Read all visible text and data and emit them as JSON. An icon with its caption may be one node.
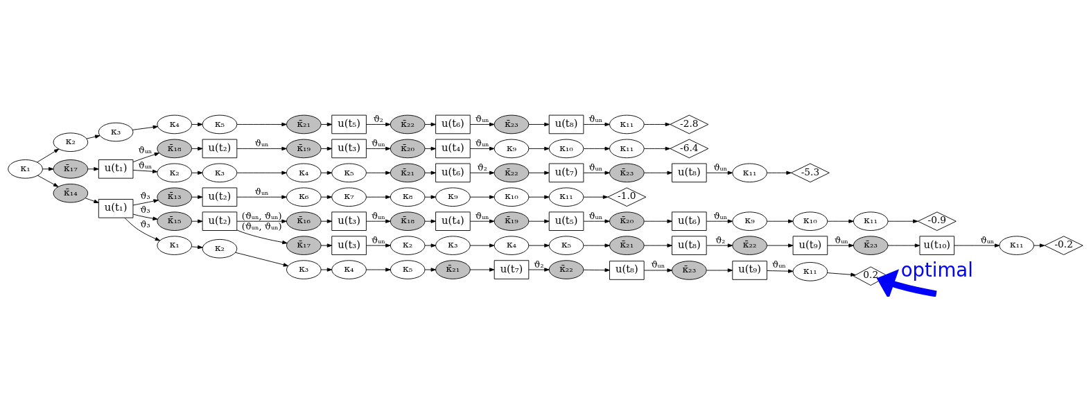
{
  "diagram": {
    "nodes": [
      {
        "text": [
          "κ₁"
        ]
      },
      {
        "text": [
          "κ₂"
        ]
      },
      {
        "text": [
          "κ₃"
        ]
      },
      {
        "text": [
          "κ₄"
        ]
      },
      {
        "text": [
          "κ₅"
        ]
      },
      {
        "text": [
          "κ̄₂₁"
        ]
      },
      {
        "text": [
          "u(t₅)"
        ]
      },
      {
        "text": [
          "κ̄₂₂"
        ]
      },
      {
        "text": [
          "u(t₆)"
        ]
      },
      {
        "text": [
          "κ̄₂₃"
        ]
      },
      {
        "text": [
          "u(t₈)"
        ]
      },
      {
        "text": [
          "κ₁₁"
        ]
      },
      {
        "text": [
          "-2.8"
        ]
      },
      {
        "text": [
          "κ̄₁₈"
        ]
      },
      {
        "text": [
          "u(t₂)"
        ]
      },
      {
        "text": [
          "κ̄₁₉"
        ]
      },
      {
        "text": [
          "u(t₃)"
        ]
      },
      {
        "text": [
          "κ̄₂₀"
        ]
      },
      {
        "text": [
          "u(t₄)"
        ]
      },
      {
        "text": [
          "κ₉"
        ]
      },
      {
        "text": [
          "κ₁₀"
        ]
      },
      {
        "text": [
          "κ₁₁"
        ]
      },
      {
        "text": [
          "-6.4"
        ]
      },
      {
        "text": [
          "κ̄₁₇"
        ]
      },
      {
        "text": [
          "u(t₁)"
        ]
      },
      {
        "text": [
          "κ₂"
        ]
      },
      {
        "text": [
          "κ₃"
        ]
      },
      {
        "text": [
          "κ₄"
        ]
      },
      {
        "text": [
          "κ₅"
        ]
      },
      {
        "text": [
          "κ̄₂₁"
        ]
      },
      {
        "text": [
          "u(t₆)"
        ]
      },
      {
        "text": [
          "κ̄₂₂"
        ]
      },
      {
        "text": [
          "u(t₇)"
        ]
      },
      {
        "text": [
          "κ̄₂₃"
        ]
      },
      {
        "text": [
          "u(t₈)"
        ]
      },
      {
        "text": [
          "κ₁₁"
        ]
      },
      {
        "text": [
          "-5.3"
        ]
      },
      {
        "text": [
          "κ̄₁₄"
        ]
      },
      {
        "text": [
          "u(t₁)"
        ]
      },
      {
        "text": [
          "κ̄₁₃"
        ]
      },
      {
        "text": [
          "u(t₂)"
        ]
      },
      {
        "text": [
          "κ₆"
        ]
      },
      {
        "text": [
          "κ₇"
        ]
      },
      {
        "text": [
          "κ₈"
        ]
      },
      {
        "text": [
          "κ₉"
        ]
      },
      {
        "text": [
          "κ₁₀"
        ]
      },
      {
        "text": [
          "κ₁₁"
        ]
      },
      {
        "text": [
          "-1.0"
        ]
      },
      {
        "text": [
          "κ̄₁₅"
        ]
      },
      {
        "text": [
          "κ₁"
        ]
      },
      {
        "text": [
          "κ₂"
        ]
      },
      {
        "text": [
          "κ₃"
        ]
      },
      {
        "text": [
          "κ₄"
        ]
      },
      {
        "text": [
          "κ₅"
        ]
      },
      {
        "text": [
          "κ̄₂₁"
        ]
      },
      {
        "text": [
          "u(t₇)"
        ]
      },
      {
        "text": [
          "κ̄₂₂"
        ]
      },
      {
        "text": [
          "u(t₈)"
        ]
      },
      {
        "text": [
          "κ̄₂₃"
        ]
      },
      {
        "text": [
          "u(t₉)"
        ]
      },
      {
        "text": [
          "κ₁₁"
        ]
      },
      {
        "text": [
          "0.2"
        ]
      },
      {
        "text": [
          "u(t₂)"
        ]
      },
      {
        "text": [
          "κ̄₁₆"
        ]
      },
      {
        "text": [
          "u(t₃)"
        ]
      },
      {
        "text": [
          "κ̄₁₈"
        ]
      },
      {
        "text": [
          "u(t₄)"
        ]
      },
      {
        "text": [
          "κ̄₁₉"
        ]
      },
      {
        "text": [
          "u(t₅)"
        ]
      },
      {
        "text": [
          "κ̄₂₀"
        ]
      },
      {
        "text": [
          "u(t₆)"
        ]
      },
      {
        "text": [
          "κ₉"
        ]
      },
      {
        "text": [
          "κ₁₀"
        ]
      },
      {
        "text": [
          "κ₁₁"
        ]
      },
      {
        "text": [
          "-0.9"
        ]
      },
      {
        "text": [
          "κ̄₁₇"
        ]
      },
      {
        "text": [
          "u(t₃)"
        ]
      },
      {
        "text": [
          "κ₂"
        ]
      },
      {
        "text": [
          "κ₃"
        ]
      },
      {
        "text": [
          "κ₄"
        ]
      },
      {
        "text": [
          "κ₅"
        ]
      },
      {
        "text": [
          "κ̄₂₁"
        ]
      },
      {
        "text": [
          "u(t₈)"
        ]
      },
      {
        "text": [
          "κ̄₂₂"
        ]
      },
      {
        "text": [
          "u(t₉)"
        ]
      },
      {
        "text": [
          "κ̄₂₃"
        ]
      },
      {
        "text": [
          "u(t₁₀)"
        ]
      },
      {
        "text": [
          "κ₁₁"
        ]
      },
      {
        "text": [
          "-0.2"
        ]
      }
    ],
    "edges": [
      {
        "from": 0,
        "to": 1,
        "arrow": "to"
      },
      {
        "from": 1,
        "to": 2,
        "arrow": "to"
      },
      {
        "from": 2,
        "to": 3,
        "arrow": "to"
      },
      {
        "from": 3,
        "to": 4,
        "arrow": "to"
      },
      {
        "from": 4,
        "to": 5,
        "arrow": "to"
      },
      {
        "from": 5,
        "to": 6,
        "arrow": "to"
      },
      {
        "from": 6,
        "to": 7,
        "arrow": "to",
        "label": "ϑ₂"
      },
      {
        "from": 7,
        "to": 8,
        "arrow": "to"
      },
      {
        "from": 8,
        "to": 9,
        "arrow": "to",
        "label": "ϑᵤₙ"
      },
      {
        "from": 9,
        "to": 10,
        "arrow": "to"
      },
      {
        "from": 10,
        "to": 11,
        "arrow": "to",
        "label": "ϑᵤₙ"
      },
      {
        "from": 11,
        "to": 12,
        "arrow": "to"
      },
      {
        "from": 0,
        "to": 23,
        "arrow": "to"
      },
      {
        "from": 23,
        "to": 24,
        "arrow": "to"
      },
      {
        "from": 24,
        "to": 13,
        "arrow": "to",
        "label": "ϑᵤₙ"
      },
      {
        "from": 13,
        "to": 14,
        "arrow": "to"
      },
      {
        "from": 14,
        "to": 15,
        "arrow": "to",
        "label": "ϑᵤₙ"
      },
      {
        "from": 15,
        "to": 16,
        "arrow": "to"
      },
      {
        "from": 16,
        "to": 17,
        "arrow": "to",
        "label": "ϑᵤₙ"
      },
      {
        "from": 17,
        "to": 18,
        "arrow": "to"
      },
      {
        "from": 18,
        "to": 19,
        "arrow": "to",
        "label": "ϑᵤₙ"
      },
      {
        "from": 19,
        "to": 20,
        "arrow": "to"
      },
      {
        "from": 20,
        "to": 21,
        "arrow": "to"
      },
      {
        "from": 21,
        "to": 22,
        "arrow": "to"
      },
      {
        "from": 24,
        "to": 25,
        "arrow": "to",
        "label": "ϑᵤₙ"
      },
      {
        "from": 25,
        "to": 26,
        "arrow": "to"
      },
      {
        "from": 26,
        "to": 27,
        "arrow": "to"
      },
      {
        "from": 27,
        "to": 28,
        "arrow": "to"
      },
      {
        "from": 28,
        "to": 29,
        "arrow": "to"
      },
      {
        "from": 29,
        "to": 30,
        "arrow": "to"
      },
      {
        "from": 30,
        "to": 31,
        "arrow": "to",
        "label": "ϑ₂"
      },
      {
        "from": 31,
        "to": 32,
        "arrow": "to"
      },
      {
        "from": 32,
        "to": 33,
        "arrow": "to",
        "label": "ϑᵤₙ"
      },
      {
        "from": 33,
        "to": 34,
        "arrow": "to"
      },
      {
        "from": 34,
        "to": 35,
        "arrow": "to",
        "label": "ϑᵤₙ"
      },
      {
        "from": 35,
        "to": 36,
        "arrow": "to"
      },
      {
        "from": 0,
        "to": 37,
        "arrow": "to"
      },
      {
        "from": 37,
        "to": 38,
        "arrow": "to"
      },
      {
        "from": 38,
        "to": 39,
        "arrow": "to",
        "label": "ϑ₃"
      },
      {
        "from": 39,
        "to": 40,
        "arrow": "to"
      },
      {
        "from": 40,
        "to": 41,
        "arrow": "to",
        "label": "ϑᵤₙ"
      },
      {
        "from": 41,
        "to": 42,
        "arrow": "to"
      },
      {
        "from": 42,
        "to": 43,
        "arrow": "to"
      },
      {
        "from": 43,
        "to": 44,
        "arrow": "to"
      },
      {
        "from": 44,
        "to": 45,
        "arrow": "to"
      },
      {
        "from": 45,
        "to": 46,
        "arrow": "to"
      },
      {
        "from": 46,
        "to": 47,
        "arrow": "to"
      },
      {
        "from": 38,
        "to": 48,
        "arrow": "to",
        "label": "ϑ₃"
      },
      {
        "from": 38,
        "to": 49,
        "arrow": "to",
        "label": "ϑ₃"
      },
      {
        "from": 49,
        "to": 50,
        "arrow": "to"
      },
      {
        "from": 50,
        "to": 51,
        "arrow": "to"
      },
      {
        "from": 51,
        "to": 52,
        "arrow": "to"
      },
      {
        "from": 52,
        "to": 53,
        "arrow": "to"
      },
      {
        "from": 53,
        "to": 54,
        "arrow": "to"
      },
      {
        "from": 54,
        "to": 55,
        "arrow": "to"
      },
      {
        "from": 55,
        "to": 56,
        "arrow": "to",
        "label": "ϑ₂"
      },
      {
        "from": 56,
        "to": 57,
        "arrow": "to"
      },
      {
        "from": 57,
        "to": 58,
        "arrow": "to",
        "label": "ϑᵤₙ"
      },
      {
        "from": 58,
        "to": 59,
        "arrow": "to"
      },
      {
        "from": 59,
        "to": 60,
        "arrow": "to",
        "label": "ϑᵤₙ"
      },
      {
        "from": 60,
        "to": 61,
        "arrow": "to"
      },
      {
        "from": 48,
        "to": 62,
        "arrow": "to"
      },
      {
        "from": 62,
        "to": 63,
        "arrow": "to",
        "label": "(ϑᵤₙ, ϑᵤₙ)"
      },
      {
        "from": 63,
        "to": 64,
        "arrow": "to"
      },
      {
        "from": 64,
        "to": 65,
        "arrow": "to",
        "label": "ϑᵤₙ"
      },
      {
        "from": 65,
        "to": 66,
        "arrow": "to"
      },
      {
        "from": 66,
        "to": 67,
        "arrow": "to",
        "label": "ϑᵤₙ"
      },
      {
        "from": 67,
        "to": 68,
        "arrow": "to"
      },
      {
        "from": 68,
        "to": 69,
        "arrow": "to",
        "label": "ϑᵤₙ"
      },
      {
        "from": 69,
        "to": 70,
        "arrow": "to"
      },
      {
        "from": 70,
        "to": 71,
        "arrow": "to",
        "label": "ϑᵤₙ"
      },
      {
        "from": 71,
        "to": 72,
        "arrow": "to"
      },
      {
        "from": 72,
        "to": 73,
        "arrow": "to"
      },
      {
        "from": 73,
        "to": 74,
        "arrow": "to"
      },
      {
        "from": 62,
        "to": 75,
        "arrow": "to",
        "label": "(ϑᵤₙ, ϑᵤₙ)"
      },
      {
        "from": 75,
        "to": 76,
        "arrow": "to"
      },
      {
        "from": 76,
        "to": 77,
        "arrow": "to",
        "label": "ϑᵤₙ"
      },
      {
        "from": 77,
        "to": 78,
        "arrow": "to"
      },
      {
        "from": 78,
        "to": 79,
        "arrow": "to"
      },
      {
        "from": 79,
        "to": 80,
        "arrow": "to"
      },
      {
        "from": 80,
        "to": 81,
        "arrow": "to"
      },
      {
        "from": 81,
        "to": 82,
        "arrow": "to"
      },
      {
        "from": 82,
        "to": 83,
        "arrow": "to",
        "label": "ϑ₂"
      },
      {
        "from": 83,
        "to": 84,
        "arrow": "to"
      },
      {
        "from": 84,
        "to": 85,
        "arrow": "to",
        "label": "ϑᵤₙ"
      },
      {
        "from": 85,
        "to": 86,
        "arrow": "to"
      },
      {
        "from": 86,
        "to": 87,
        "arrow": "to",
        "label": "ϑᵤₙ"
      },
      {
        "from": 87,
        "to": 88,
        "arrow": "to"
      },
      {
        "from": null,
        "to": 61,
        "arrow": "to",
        "style": "thick",
        "color": "#0000ff"
      }
    ],
    "labels": [
      "optimal"
    ]
  }
}
